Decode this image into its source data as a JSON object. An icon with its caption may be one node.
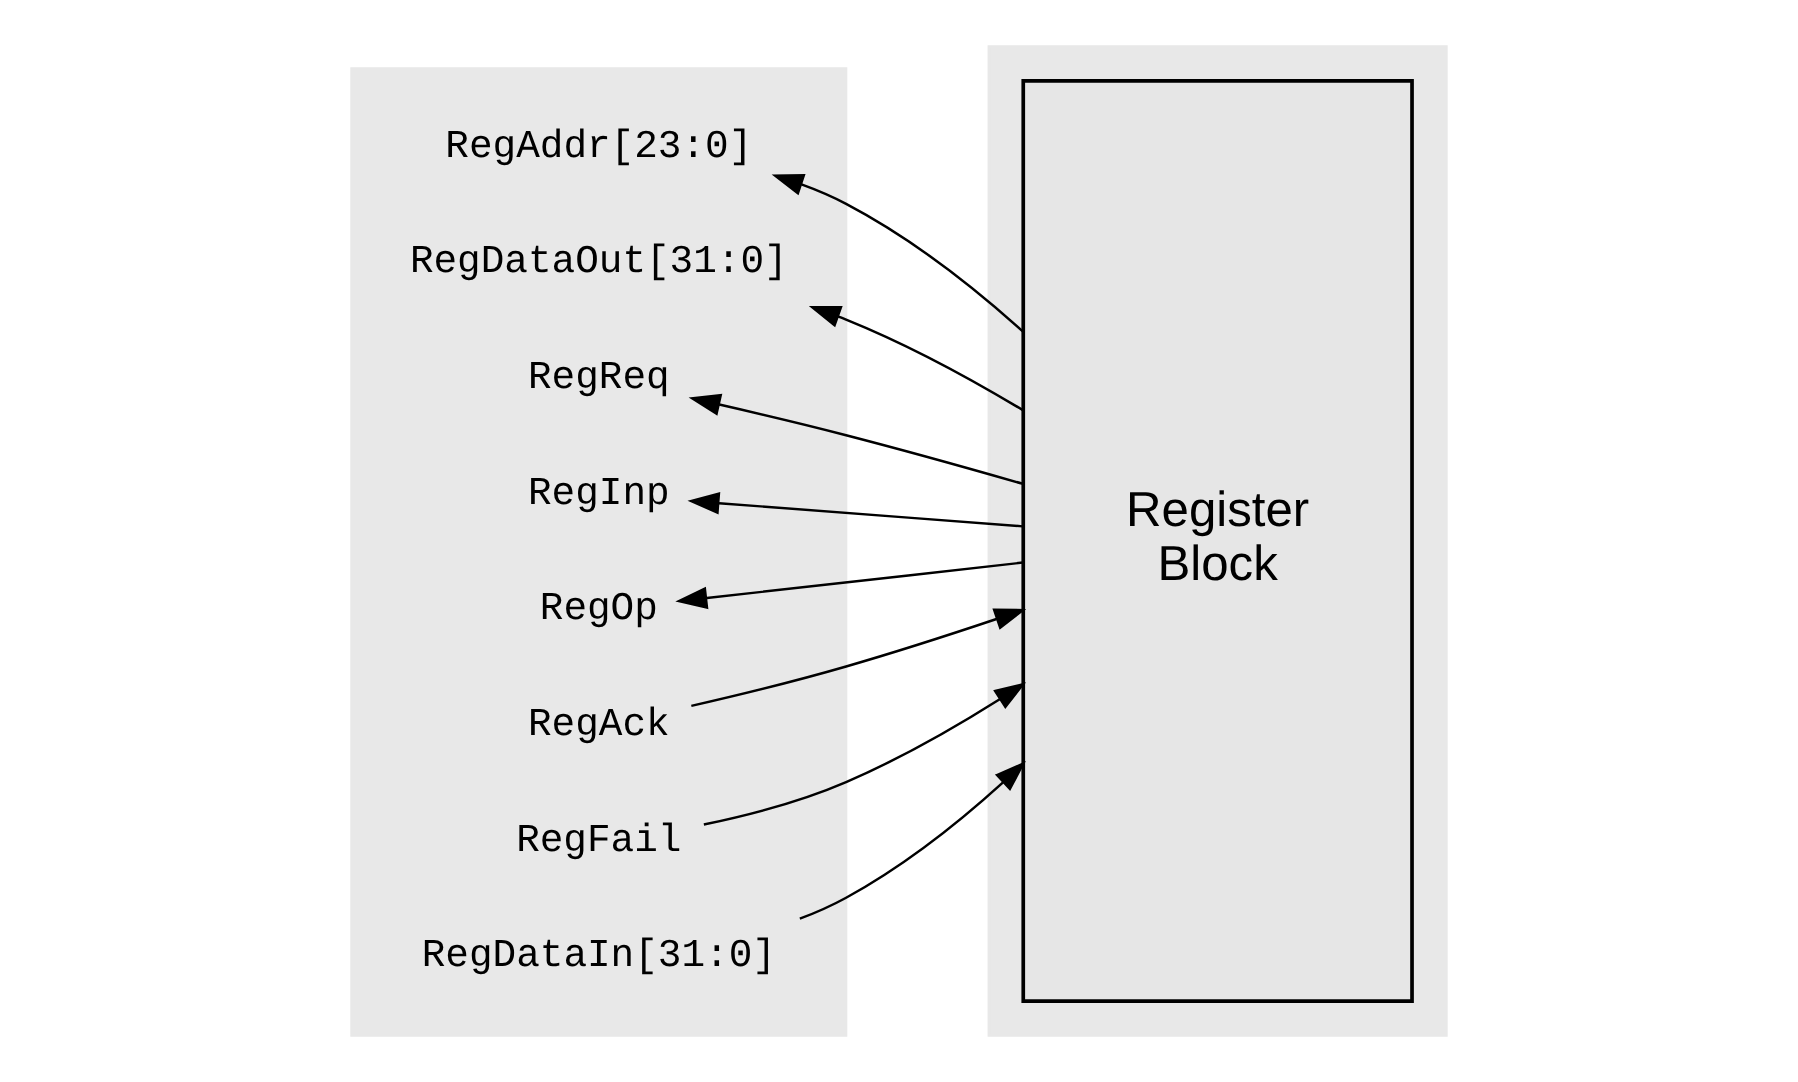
{
  "diagram": {
    "nodes": [
      {
        "text": [],
        "shape": "box"
      },
      {
        "text": [
          "RegAddr[23:0]"
        ],
        "in": 0
      },
      {
        "text": [
          "RegDataOut[31:0]"
        ],
        "in": 0
      },
      {
        "text": [
          "RegReq"
        ],
        "in": 0
      },
      {
        "text": [
          "RegInp"
        ],
        "in": 0
      },
      {
        "text": [
          "RegOp"
        ],
        "in": 0
      },
      {
        "text": [
          "RegAck"
        ],
        "in": 0
      },
      {
        "text": [
          "RegFail"
        ],
        "in": 0
      },
      {
        "text": [
          "RegDataIn[31:0]"
        ],
        "in": 0
      },
      {
        "text": [],
        "shape": "box"
      },
      {
        "text": [
          "Register Block"
        ],
        "in": 9
      }
    ],
    "edges": [
      {
        "from": 10,
        "to": 1,
        "arrow": "to"
      },
      {
        "from": 10,
        "to": 2,
        "arrow": "to"
      },
      {
        "from": 10,
        "to": 3,
        "arrow": "to"
      },
      {
        "from": 10,
        "to": 4,
        "arrow": "to"
      },
      {
        "from": 10,
        "to": 5,
        "arrow": "to"
      },
      {
        "from": 6,
        "to": 10,
        "arrow": "to"
      },
      {
        "from": 7,
        "to": 10,
        "arrow": "to"
      },
      {
        "from": 8,
        "to": 10,
        "arrow": "to"
      }
    ]
  }
}
